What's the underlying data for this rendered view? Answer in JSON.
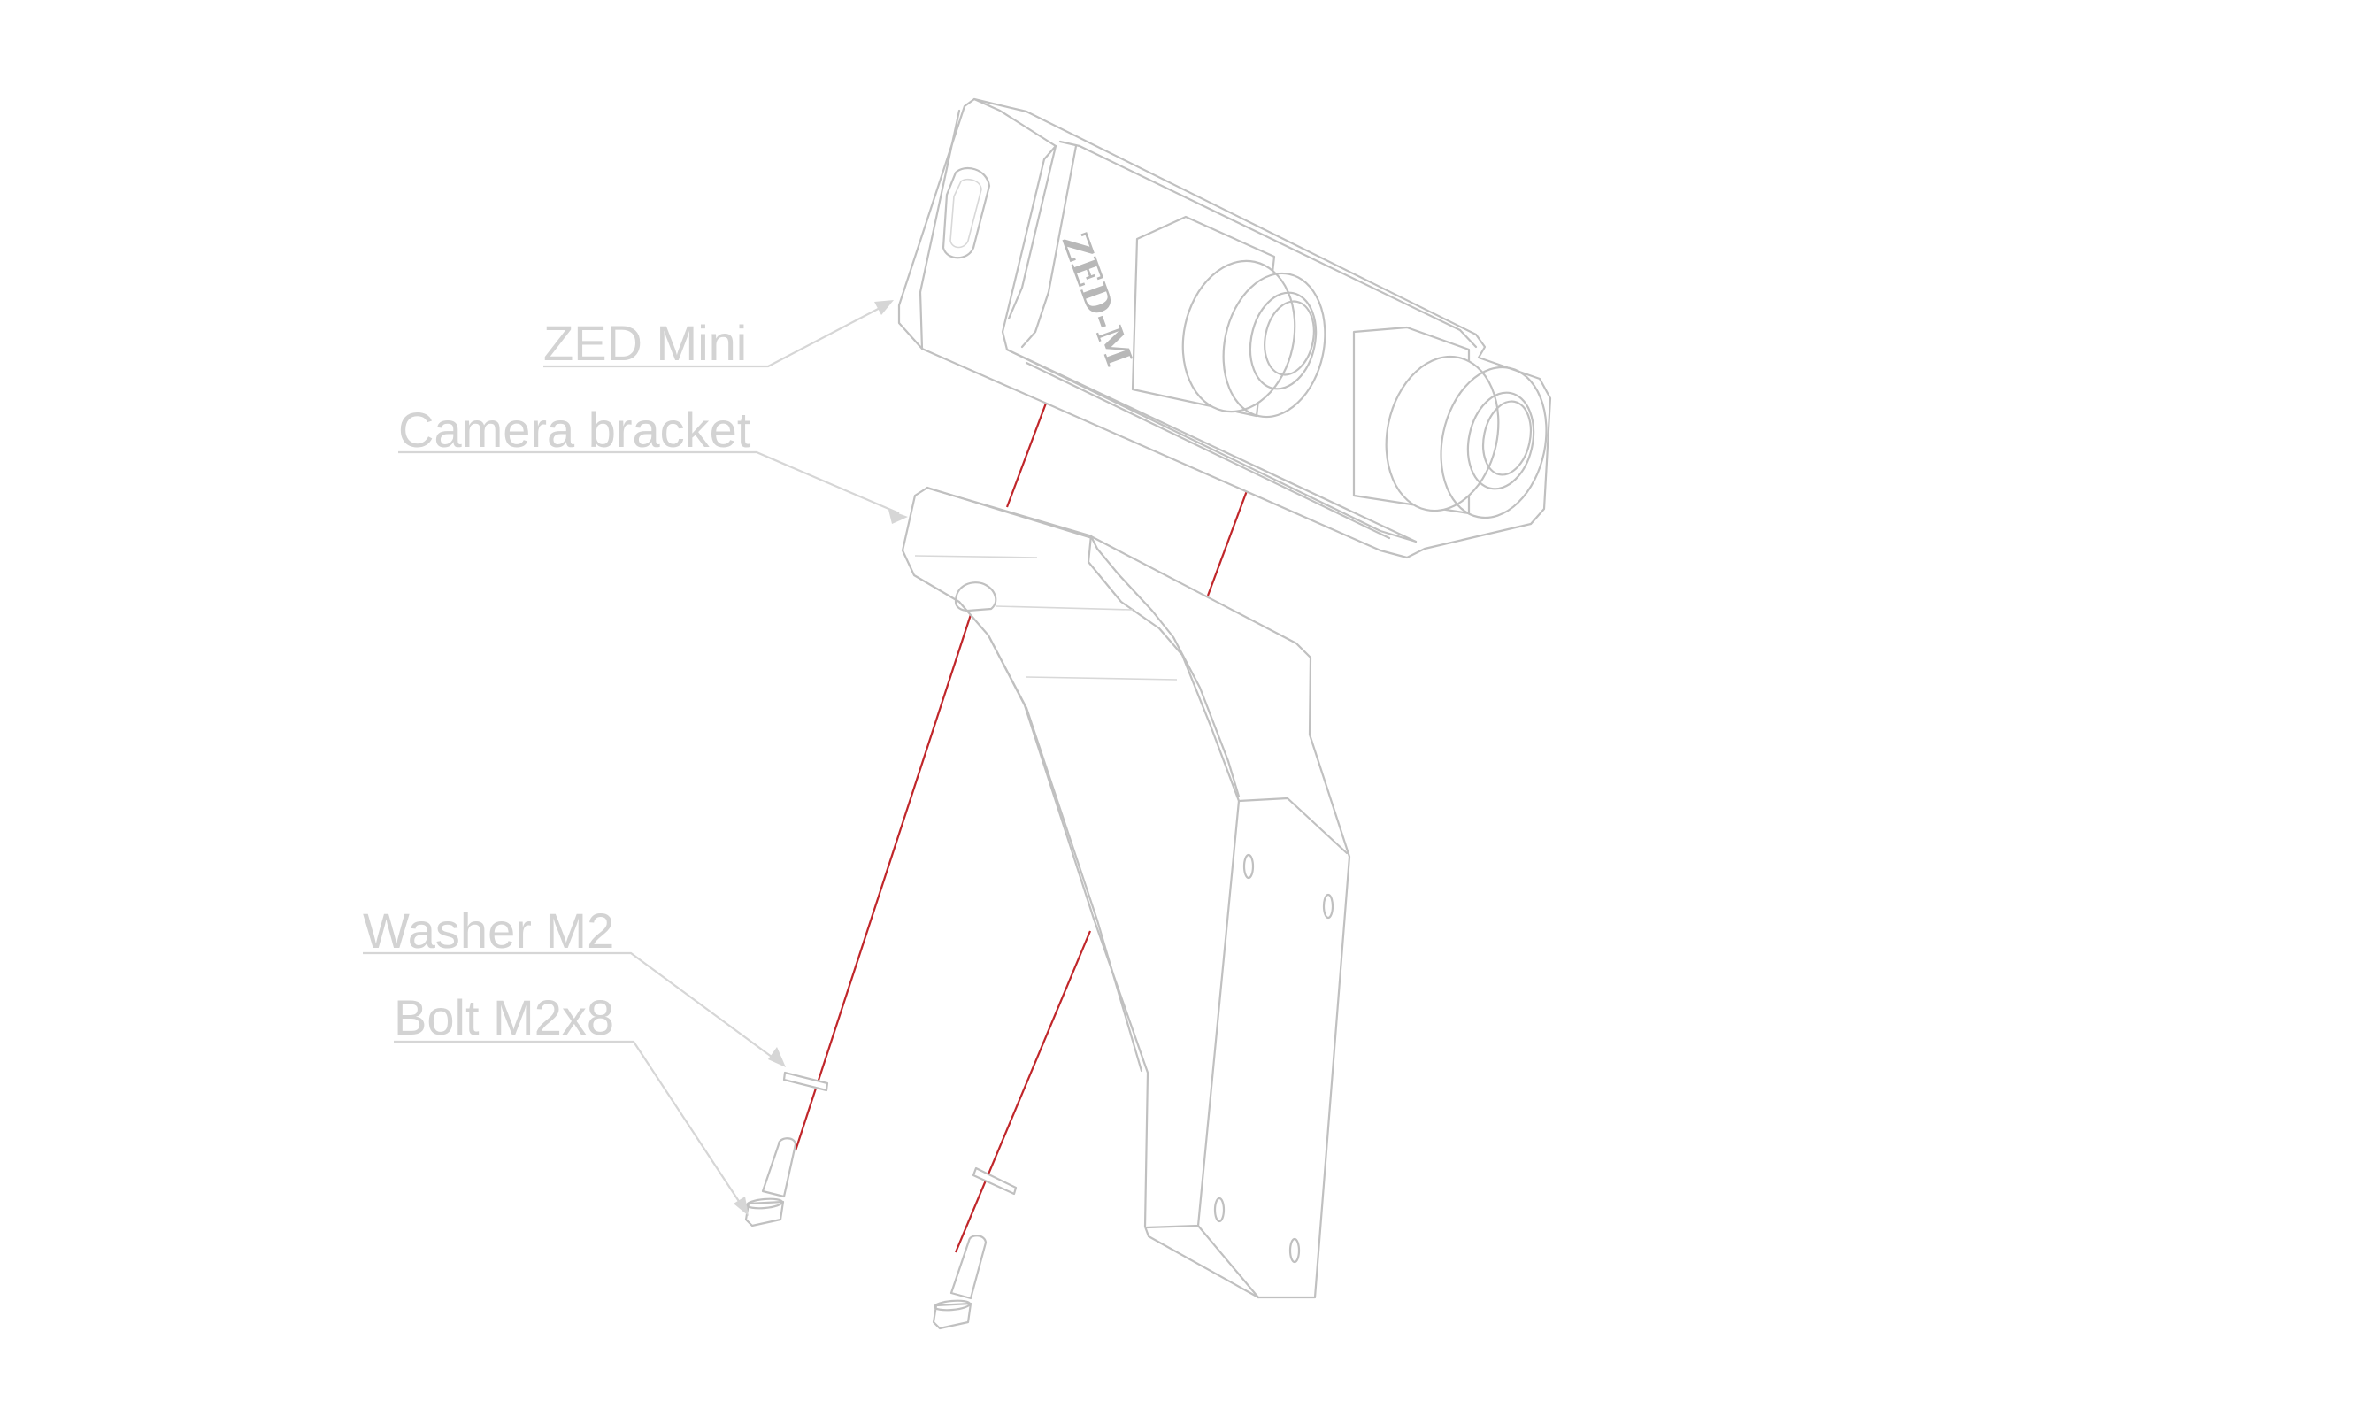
{
  "labels": {
    "zed_mini": "ZED Mini",
    "camera_bracket": "Camera bracket",
    "washer": "Washer M2",
    "bolt": "Bolt M2x8"
  },
  "camera_emboss": "ZED-M",
  "colors": {
    "label_text": "#d3d3d3",
    "part_outline": "#c0c0c0",
    "assembly_axis": "#c0262a",
    "background": "#ffffff"
  }
}
